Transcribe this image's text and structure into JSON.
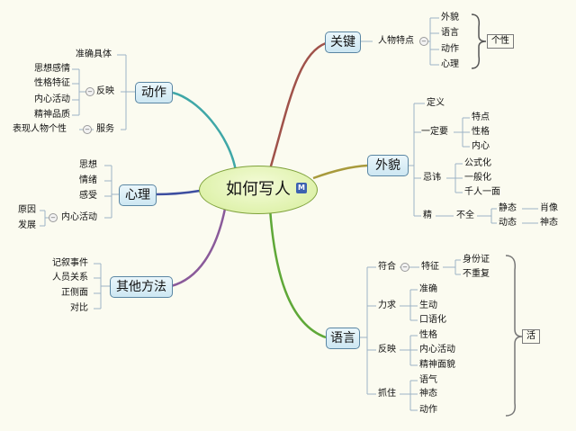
{
  "center": {
    "title": "如何写人",
    "badge": "M"
  },
  "branches": {
    "guanjian": {
      "label": "关键",
      "sub": "人物特点",
      "items": [
        "外貌",
        "语言",
        "动作",
        "心理"
      ],
      "summary": "个性"
    },
    "waimao": {
      "label": "外貌",
      "dingyi": "定义",
      "yidingyao": {
        "label": "一定要",
        "items": [
          "特点",
          "性格",
          "内心"
        ]
      },
      "jihui": {
        "label": "忌讳",
        "items": [
          "公式化",
          "一般化",
          "千人一面"
        ]
      },
      "jing": {
        "label": "精",
        "buquan": "不全",
        "jingtai": "静态",
        "dongtai": "动态",
        "xiaoxiang": "肖像",
        "shentai": "神态"
      }
    },
    "yuyan": {
      "label": "语言",
      "fuhe": {
        "label": "符合",
        "tezheng": "特征",
        "items": [
          "身份证",
          "不重复"
        ]
      },
      "liqiu": {
        "label": "力求",
        "items": [
          "准确",
          "生动",
          "口语化"
        ]
      },
      "fanying": {
        "label": "反映",
        "items": [
          "性格",
          "内心活动",
          "精神面貌"
        ]
      },
      "zhuazhu": {
        "label": "抓住",
        "items": [
          "语气",
          "神态",
          "动作"
        ]
      },
      "summary": "活"
    },
    "dongzuo": {
      "label": "动作",
      "zhunque": "准确具体",
      "fanying": {
        "label": "反映",
        "items": [
          "思想感情",
          "性格特征",
          "内心活动",
          "精神品质"
        ]
      },
      "fuwu": {
        "label": "服务",
        "target": "表现人物个性"
      }
    },
    "xinli": {
      "label": "心理",
      "items": [
        "思想",
        "情绪",
        "感受"
      ],
      "neixin": {
        "label": "内心活动",
        "items": [
          "原因",
          "发展"
        ]
      }
    },
    "qita": {
      "label": "其他方法",
      "items": [
        "记叙事件",
        "人员关系",
        "正侧面",
        "对比"
      ]
    }
  }
}
